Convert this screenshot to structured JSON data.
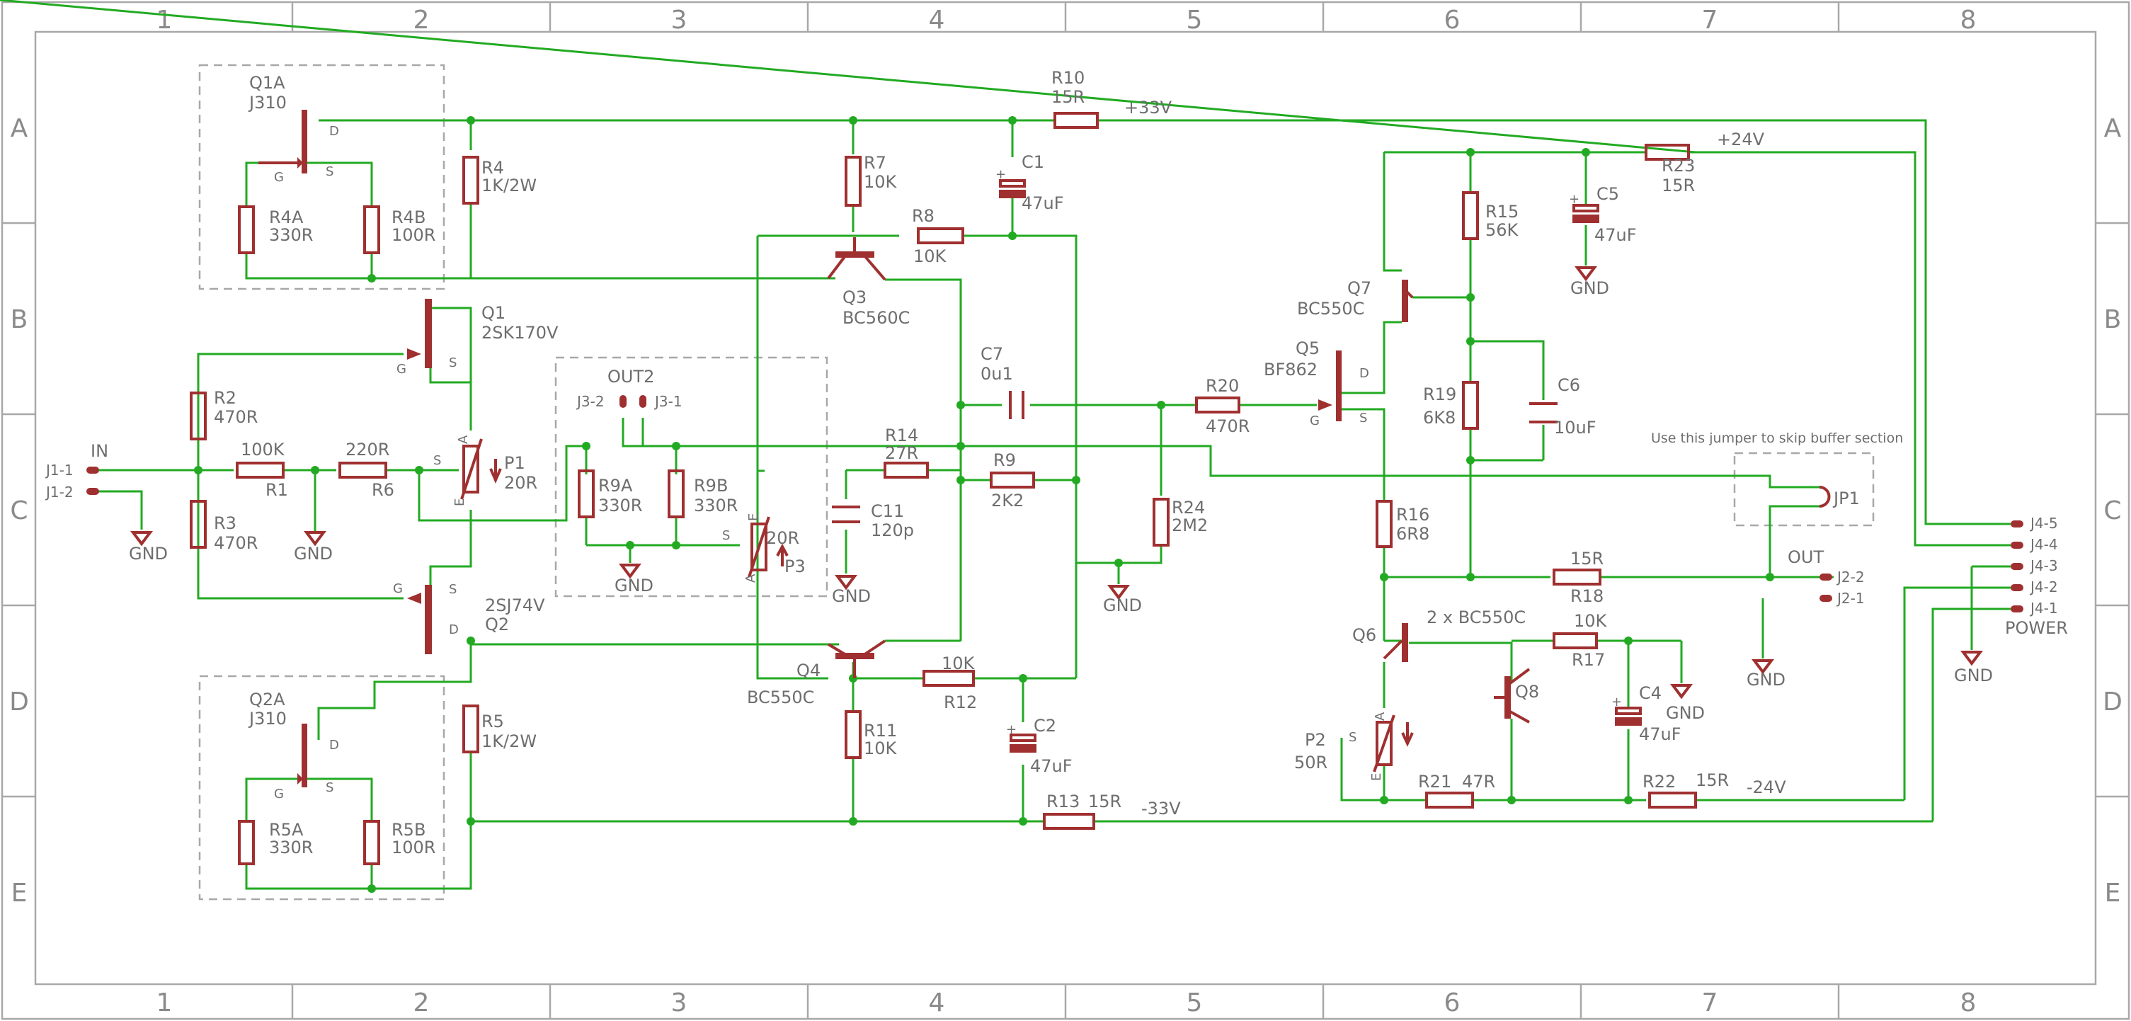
{
  "frame": {
    "columns": [
      "1",
      "2",
      "3",
      "4",
      "5",
      "6",
      "7",
      "8"
    ],
    "rows": [
      "A",
      "B",
      "C",
      "D",
      "E"
    ]
  },
  "note": "Use this jumper to skip buffer section",
  "groups": {
    "out2": "OUT2",
    "in": "IN",
    "out": "OUT",
    "power": "POWER",
    "two_bc550c": "2 x BC550C"
  },
  "rails": {
    "p33": "+33V",
    "n33": "-33V",
    "p24": "+24V",
    "n24": "-24V"
  },
  "gnd": "GND",
  "connectors": {
    "j1_1": "J1-1",
    "j1_2": "J1-2",
    "j2_1": "J2-1",
    "j2_2": "J2-2",
    "j3_1": "J3-1",
    "j3_2": "J3-2",
    "j4_1": "J4-1",
    "j4_2": "J4-2",
    "j4_3": "J4-3",
    "j4_4": "J4-4",
    "j4_5": "J4-5",
    "jp1": "JP1"
  },
  "parts": {
    "q1a": {
      "name": "Q1A",
      "value": "J310"
    },
    "q2a": {
      "name": "Q2A",
      "value": "J310"
    },
    "q1": {
      "name": "Q1",
      "value": "2SK170V"
    },
    "q2": {
      "name": "Q2",
      "value": "2SJ74V"
    },
    "q3": {
      "name": "Q3",
      "value": "BC560C"
    },
    "q4": {
      "name": "Q4",
      "value": "BC550C"
    },
    "q5": {
      "name": "Q5",
      "value": "BF862"
    },
    "q6": {
      "name": "Q6"
    },
    "q7": {
      "name": "Q7",
      "value": "BC550C"
    },
    "q8": {
      "name": "Q8"
    },
    "r1": {
      "name": "R1",
      "value": "100K"
    },
    "r2": {
      "name": "R2",
      "value": "470R"
    },
    "r3": {
      "name": "R3",
      "value": "470R"
    },
    "r4": {
      "name": "R4",
      "value": "1K/2W"
    },
    "r4a": {
      "name": "R4A",
      "value": "330R"
    },
    "r4b": {
      "name": "R4B",
      "value": "100R"
    },
    "r5": {
      "name": "R5",
      "value": "1K/2W"
    },
    "r5a": {
      "name": "R5A",
      "value": "330R"
    },
    "r5b": {
      "name": "R5B",
      "value": "100R"
    },
    "r6": {
      "name": "R6",
      "value": "220R"
    },
    "r7": {
      "name": "R7",
      "value": "10K"
    },
    "r8": {
      "name": "R8",
      "value": "10K"
    },
    "r9": {
      "name": "R9",
      "value": "2K2"
    },
    "r9a": {
      "name": "R9A",
      "value": "330R"
    },
    "r9b": {
      "name": "R9B",
      "value": "330R"
    },
    "r10": {
      "name": "R10",
      "value": "15R"
    },
    "r11": {
      "name": "R11",
      "value": "10K"
    },
    "r12": {
      "name": "R12",
      "value": "10K"
    },
    "r13": {
      "name": "R13",
      "value": "15R"
    },
    "r14": {
      "name": "R14",
      "value": "27R"
    },
    "r15": {
      "name": "R15",
      "value": "56K"
    },
    "r16": {
      "name": "R16",
      "value": "6R8"
    },
    "r17": {
      "name": "R17",
      "value": "10K"
    },
    "r18": {
      "name": "R18",
      "value": "15R"
    },
    "r19": {
      "name": "R19",
      "value": "6K8"
    },
    "r20": {
      "name": "R20",
      "value": "470R"
    },
    "r21": {
      "name": "R21",
      "value": "47R"
    },
    "r22": {
      "name": "R22",
      "value": "15R"
    },
    "r23": {
      "name": "R23",
      "value": "15R"
    },
    "r24": {
      "name": "R24",
      "value": "2M2"
    },
    "c1": {
      "name": "C1",
      "value": "47uF"
    },
    "c2": {
      "name": "C2",
      "value": "47uF"
    },
    "c4": {
      "name": "C4",
      "value": "47uF"
    },
    "c5": {
      "name": "C5",
      "value": "47uF"
    },
    "c6": {
      "name": "C6",
      "value": "10uF"
    },
    "c7": {
      "name": "C7",
      "value": "0u1"
    },
    "c11": {
      "name": "C11",
      "value": "120p"
    },
    "p1": {
      "name": "P1",
      "value": "20R"
    },
    "p2": {
      "name": "P2",
      "value": "50R"
    },
    "p3": {
      "name": "P3",
      "value": "20R"
    }
  },
  "pins": {
    "d": "D",
    "g": "G",
    "s": "S",
    "a": "A",
    "e": "E",
    "plus": "+"
  }
}
